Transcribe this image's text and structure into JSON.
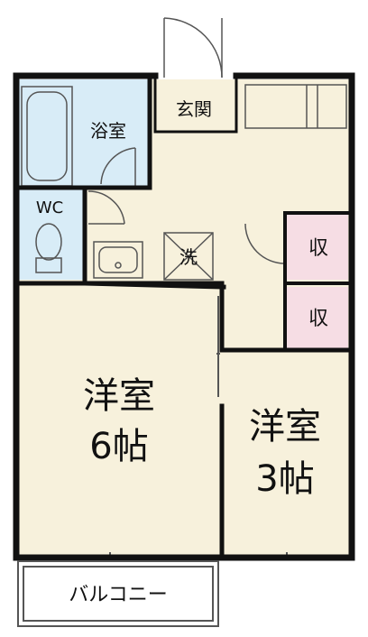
{
  "colors": {
    "floor": "#f7f1dc",
    "bath": "#d8ecf7",
    "storage": "#f6dde4",
    "wall": "#111111",
    "line": "#555555",
    "background": "#ffffff"
  },
  "rooms": {
    "entrance": "玄関",
    "bath": "浴室",
    "toilet": "WC",
    "laundry": "洗",
    "storage_upper": "収",
    "storage_lower": "収",
    "western_room_left": {
      "name": "洋室",
      "size": "6帖"
    },
    "western_room_right": {
      "name": "洋室",
      "size": "3帖"
    },
    "balcony": "バルコニー"
  }
}
